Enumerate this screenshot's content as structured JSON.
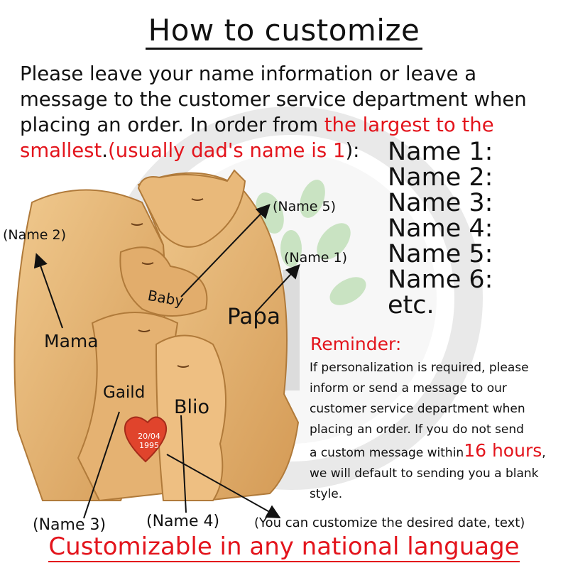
{
  "title": "How to customize",
  "intro": {
    "line1": "Please leave your name information or leave a",
    "line2": "message to the customer service department when",
    "line3_plain": "placing an order. In order from ",
    "line3_red": "the largest to the",
    "line4_red": "smallest",
    "line4_plain_a": ".",
    "line4_red2": "(usually dad's name is 1",
    "line4_plain_b": "):"
  },
  "names_list": [
    "Name 1:",
    "Name 2:",
    "Name 3:",
    "Name 4:",
    "Name 5:",
    "Name 6:",
    "etc."
  ],
  "callouts": {
    "name2": "(Name 2)",
    "name5": "(Name 5)",
    "name1": "(Name 1)",
    "name3": "(Name 3)",
    "name4": "(Name 4)",
    "custom_date": "(You can customize the desired date, text)"
  },
  "wood_labels": {
    "baby": "Baby",
    "papa": "Papa",
    "mama": "Mama",
    "gaild": "Gaild",
    "blio": "Blio",
    "heart_date": "20/04",
    "heart_year": "1995"
  },
  "reminder": {
    "heading": "Reminder:",
    "line1": "If personalization is required, please",
    "line2": "inform or send a message to our",
    "line3": "customer service department when",
    "line4": "placing an order. If you do not send",
    "line5_a": "a custom message within",
    "line5_big": "16 hours",
    "line5_b": ",",
    "line6": "we will default to sending you a blank",
    "line7": "style."
  },
  "footer": "Customizable in any national language",
  "colors": {
    "accent_red": "#e3141c",
    "wood_light": "#e6b97a",
    "wood_dark": "#c98d4a",
    "heart": "#e0442c"
  }
}
